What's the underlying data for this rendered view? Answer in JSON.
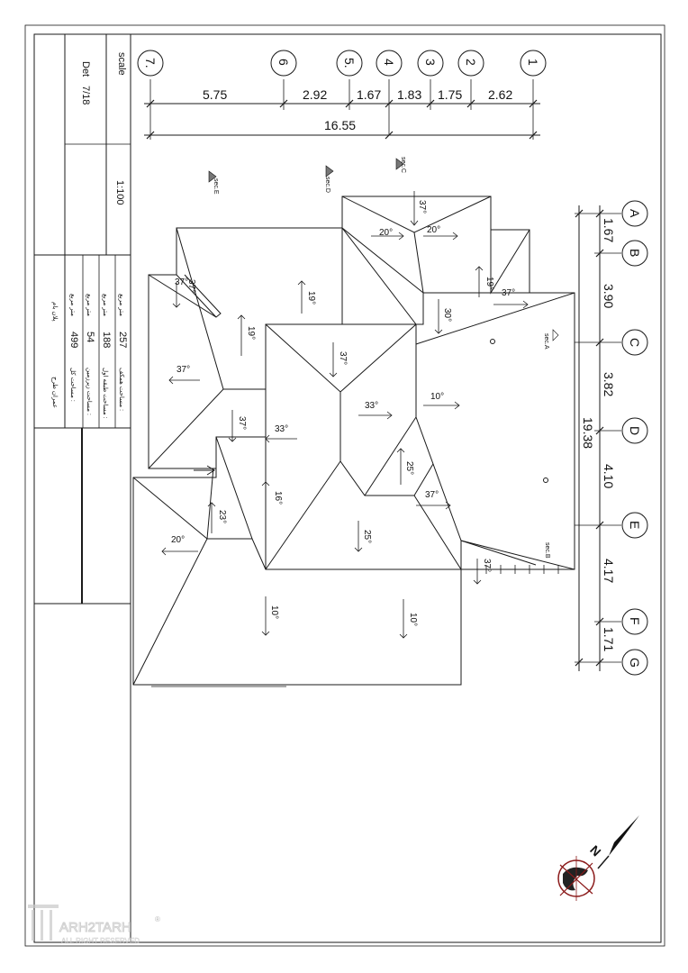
{
  "title_block": {
    "scale_label": "scale",
    "scale_value": "1:100",
    "date_label": "Det",
    "date_value": "7/18",
    "areas": [
      {
        "label": "مساحت همکف :",
        "value": "257",
        "unit": "متر مربع"
      },
      {
        "label": "مساحت طبقه اول :",
        "value": "188",
        "unit": "متر مربع"
      },
      {
        "label": "مساحت زیرزمین :",
        "value": "54",
        "unit": "متر مربع"
      },
      {
        "label": "مساحت کل :",
        "value": "499",
        "unit": "متر مربع"
      }
    ],
    "drawing_title": "پلان بام",
    "drawing_subtitle": "عمران طرح"
  },
  "top_axes": [
    "7.",
    "6",
    "5.",
    "4",
    "3",
    "2",
    "1"
  ],
  "top_spans": [
    "5.75",
    "2.92",
    "1.67",
    "1.83",
    "1.75",
    "2.62"
  ],
  "top_total": "16.55",
  "side_axes": [
    "A",
    "B",
    "C",
    "D",
    "E",
    "F",
    "G"
  ],
  "side_spans": [
    "1.67",
    "3.90",
    "3.82",
    "4.10",
    "4.17",
    "1.71"
  ],
  "side_total": "19.38",
  "sections": [
    "sec.A",
    "sec.B",
    "sec.C",
    "sec.D",
    "sec.E"
  ],
  "slopes": [
    "37°",
    "20°",
    "20°",
    "19°",
    "37°",
    "19°",
    "37°",
    "19°",
    "37°",
    "30°",
    "37°",
    "37°",
    "33°",
    "10°",
    "33°",
    "37°",
    "25°",
    "16°",
    "37°",
    "23°",
    "20°",
    "25°",
    "37°",
    "10°",
    "10°"
  ],
  "north_label": "N",
  "watermark": {
    "brand": "ARH2TARH",
    "sub": "ALL RIGHT RESERVED",
    "reg": "®"
  }
}
